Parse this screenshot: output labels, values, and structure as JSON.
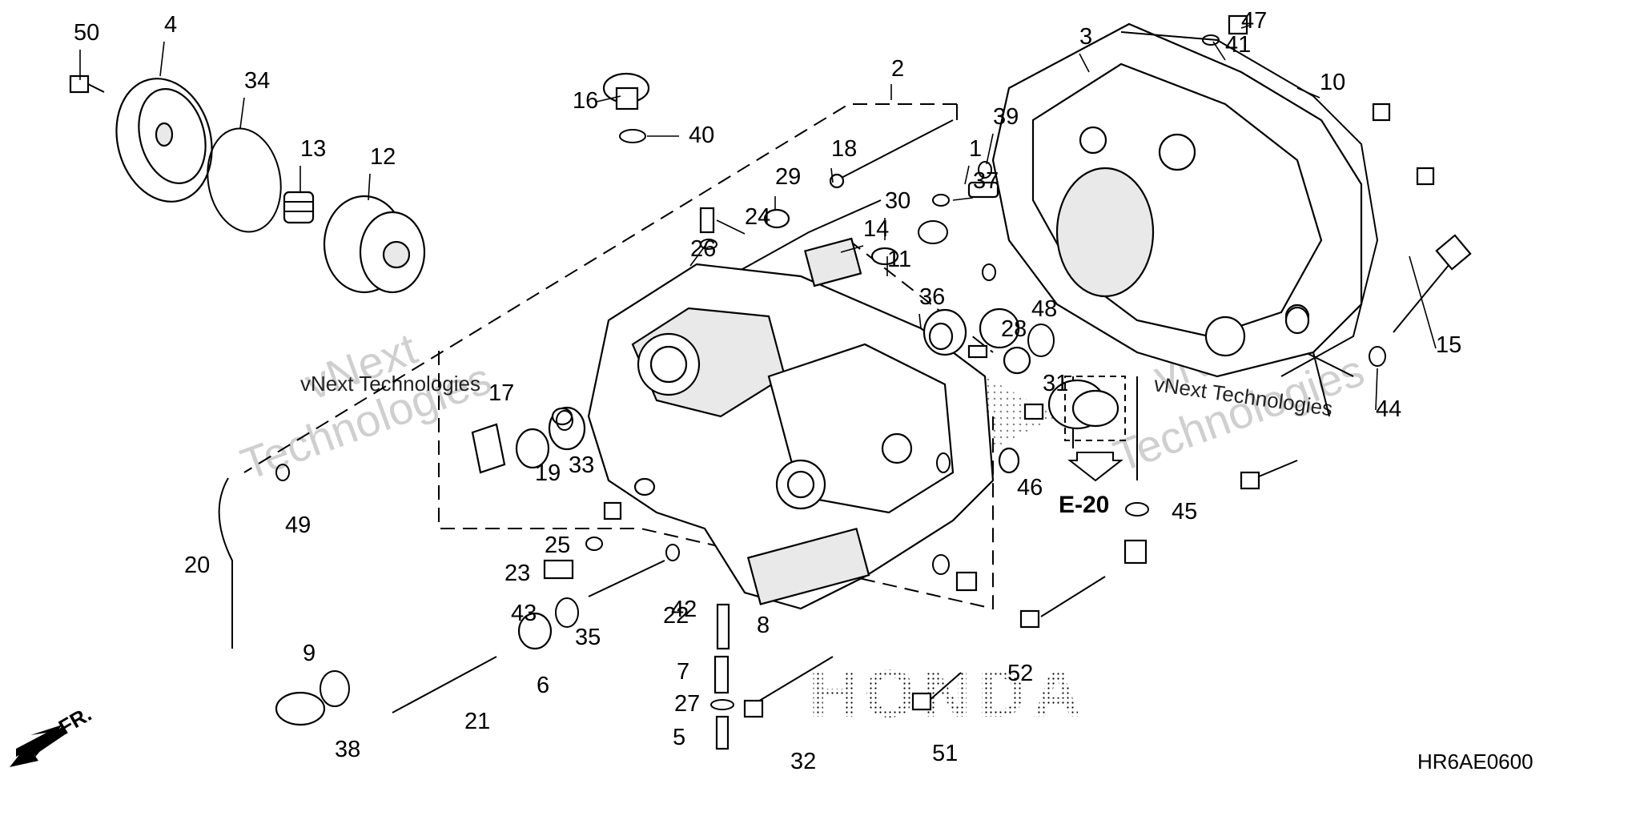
{
  "diagram_code": "HR6AE0600",
  "reference_label": "E-20",
  "direction_label": "FR.",
  "watermark": {
    "text": "vNext Technologies",
    "stacked": [
      "vNext",
      "Technologies"
    ]
  },
  "brand_logo_text": "HONDA",
  "callouts": [
    "50",
    "4",
    "34",
    "13",
    "12",
    "16",
    "40",
    "2",
    "18",
    "29",
    "24",
    "26",
    "14",
    "11",
    "36",
    "30",
    "39",
    "37",
    "1",
    "3",
    "41",
    "47",
    "10",
    "15",
    "44",
    "48",
    "28",
    "31",
    "17",
    "19",
    "33",
    "49",
    "20",
    "23",
    "25",
    "22",
    "42",
    "43",
    "6",
    "35",
    "9",
    "38",
    "21",
    "8",
    "7",
    "27",
    "5",
    "52",
    "51",
    "32",
    "46",
    "45"
  ]
}
